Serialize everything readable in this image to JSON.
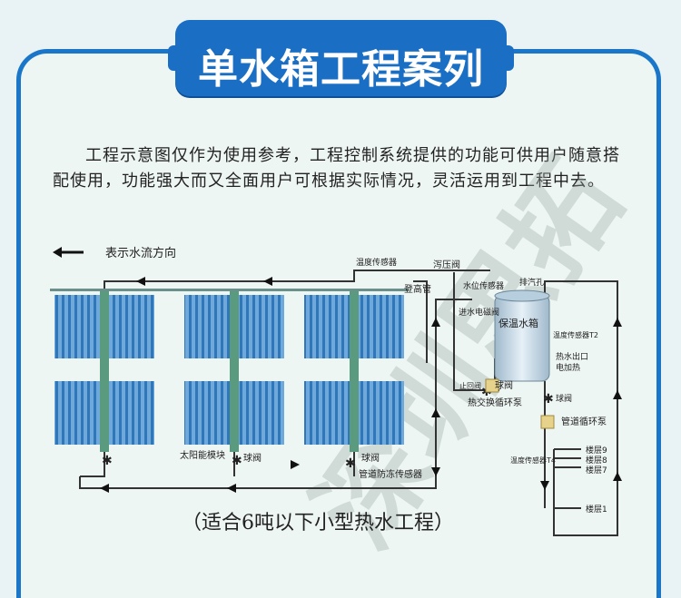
{
  "title": "单水箱工程案列",
  "description": "工程示意图仅作为使用参考，工程控制系统提供的功能可供用户随意搭配使用，功能强大而又全面用户可根据实际情况，灵活运用到工程中去。",
  "legend_flow": "表示水流方向",
  "labels": {
    "temp_sensor_top": "温度传感器",
    "relief_valve": "泻压阀",
    "climb_pipe": "登高管",
    "exhaust": "排汽孔",
    "water_level_sensor": "水位传感器",
    "inlet_valve": "进水电磁阀",
    "tank": "保温水箱",
    "temp_sensor_t2": "温度传感器T2",
    "hot_outlet": "热水出口",
    "electric_heater": "电加热",
    "stop_valve": "止回阀",
    "ball_valve": "球阀",
    "heat_exchange_pump": "热交换循环泵",
    "ball_valve_right": "球阀",
    "pipe_pump": "管道循环泵",
    "solar_module": "太阳能模块",
    "ball_valve_bottom": "球阀",
    "ball_valve_mid": "球阀",
    "antifreeze_sensor": "管道防冻传感器",
    "temp_sensor_t4": "温度传感器T4",
    "floor9": "楼层9",
    "floor8": "楼层8",
    "floor7": "楼层7",
    "floor1": "楼层1"
  },
  "caption": "（适合6吨以下小型热水工程）",
  "watermark": "深圳思拓",
  "colors": {
    "accent": "#1a6fc4",
    "frame": "#1976c8",
    "panel": "#4a8ec6",
    "tank": "#cfe2f0"
  }
}
